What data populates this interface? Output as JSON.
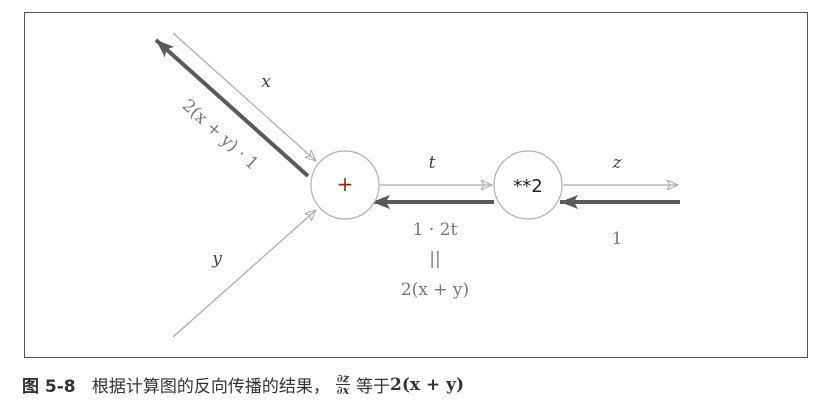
{
  "diagram": {
    "nodes": {
      "add": "+",
      "square": "**2"
    },
    "forward_labels": {
      "x": "x",
      "y": "y",
      "t": "t",
      "z": "z"
    },
    "backward_labels": {
      "x_grad": "2(x + y) · 1",
      "t_grad": "1 · 2t",
      "equals": "||",
      "t_grad_simplified": "2(x + y)",
      "z_grad": "1"
    }
  },
  "caption": {
    "figure_number": "图 5-8",
    "text": "根据计算图的反向传播的结果，",
    "fraction_numerator": "∂z",
    "fraction_denominator": "∂x",
    "equals_text": "等于",
    "result": "2(x + y)"
  },
  "colors": {
    "forward": "#aaaaaa",
    "backward": "#5a5a5e",
    "node_border": "#b0b0b0",
    "plus": "#8b2a0a"
  }
}
